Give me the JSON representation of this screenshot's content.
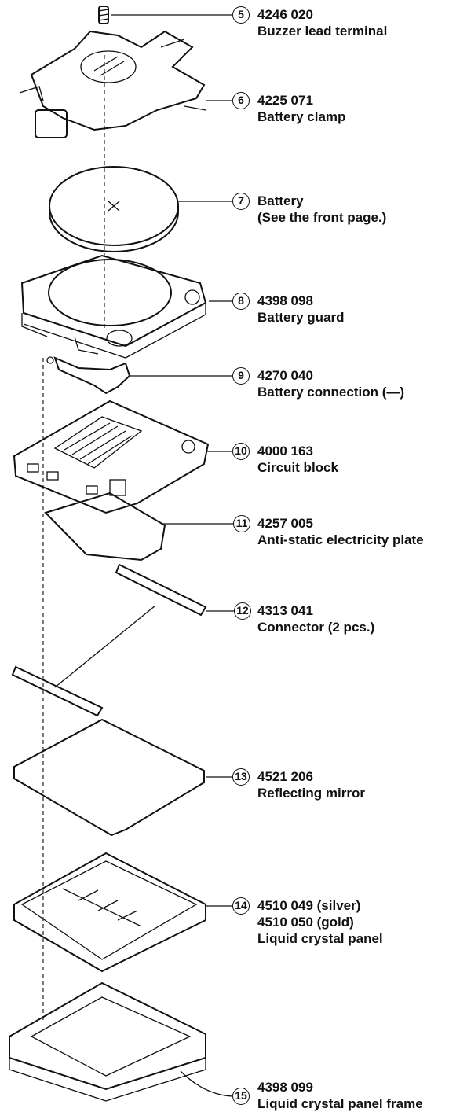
{
  "parts": [
    {
      "ref": "5",
      "codes": [
        "4246 020"
      ],
      "desc": "Buzzer lead terminal"
    },
    {
      "ref": "6",
      "codes": [
        "4225 071"
      ],
      "desc": "Battery clamp"
    },
    {
      "ref": "7",
      "codes": [
        "Battery"
      ],
      "desc": "(See the front page.)"
    },
    {
      "ref": "8",
      "codes": [
        "4398 098"
      ],
      "desc": "Battery guard"
    },
    {
      "ref": "9",
      "codes": [
        "4270 040"
      ],
      "desc": "Battery connection (—)"
    },
    {
      "ref": "10",
      "codes": [
        "4000 163"
      ],
      "desc": "Circuit block"
    },
    {
      "ref": "11",
      "codes": [
        "4257 005"
      ],
      "desc": "Anti-static electricity plate"
    },
    {
      "ref": "12",
      "codes": [
        "4313 041"
      ],
      "desc": "Connector (2 pcs.)"
    },
    {
      "ref": "13",
      "codes": [
        "4521 206"
      ],
      "desc": "Reflecting mirror"
    },
    {
      "ref": "14",
      "codes": [
        "4510 049 (silver)",
        "4510 050 (gold)"
      ],
      "desc": "Liquid crystal panel"
    },
    {
      "ref": "15",
      "codes": [
        "4398 099"
      ],
      "desc": "Liquid crystal panel frame"
    }
  ]
}
